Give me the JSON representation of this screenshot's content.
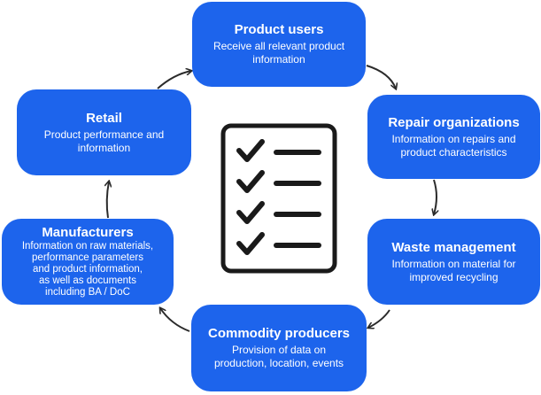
{
  "nodes": {
    "product_users": {
      "title": "Product users",
      "description": "Receive  all relevant product\ninformation"
    },
    "repair_organizations": {
      "title": "Repair organizations",
      "description": "Information  on repairs and\nproduct characteristics"
    },
    "waste_management": {
      "title": "Waste management",
      "description": "Information  on material for\nimproved  recycling"
    },
    "commodity_producers": {
      "title": "Commodity producers",
      "description": "Provision of data on\nproduction, location, events"
    },
    "manufacturers": {
      "title": "Manufacturers",
      "description": "Information  on raw materials,\nperformance parameters\nand product information,\nas well as documents\nincluding BA / DoC"
    },
    "retail": {
      "title": "Retail",
      "description": "Product performance and\ninformation"
    }
  },
  "center_icon": "checklist-icon",
  "colors": {
    "node_fill": "#1d64ec",
    "node_text": "#ffffff",
    "icon_stroke": "#1a1a1a",
    "arrow": "#2b2b2b"
  }
}
